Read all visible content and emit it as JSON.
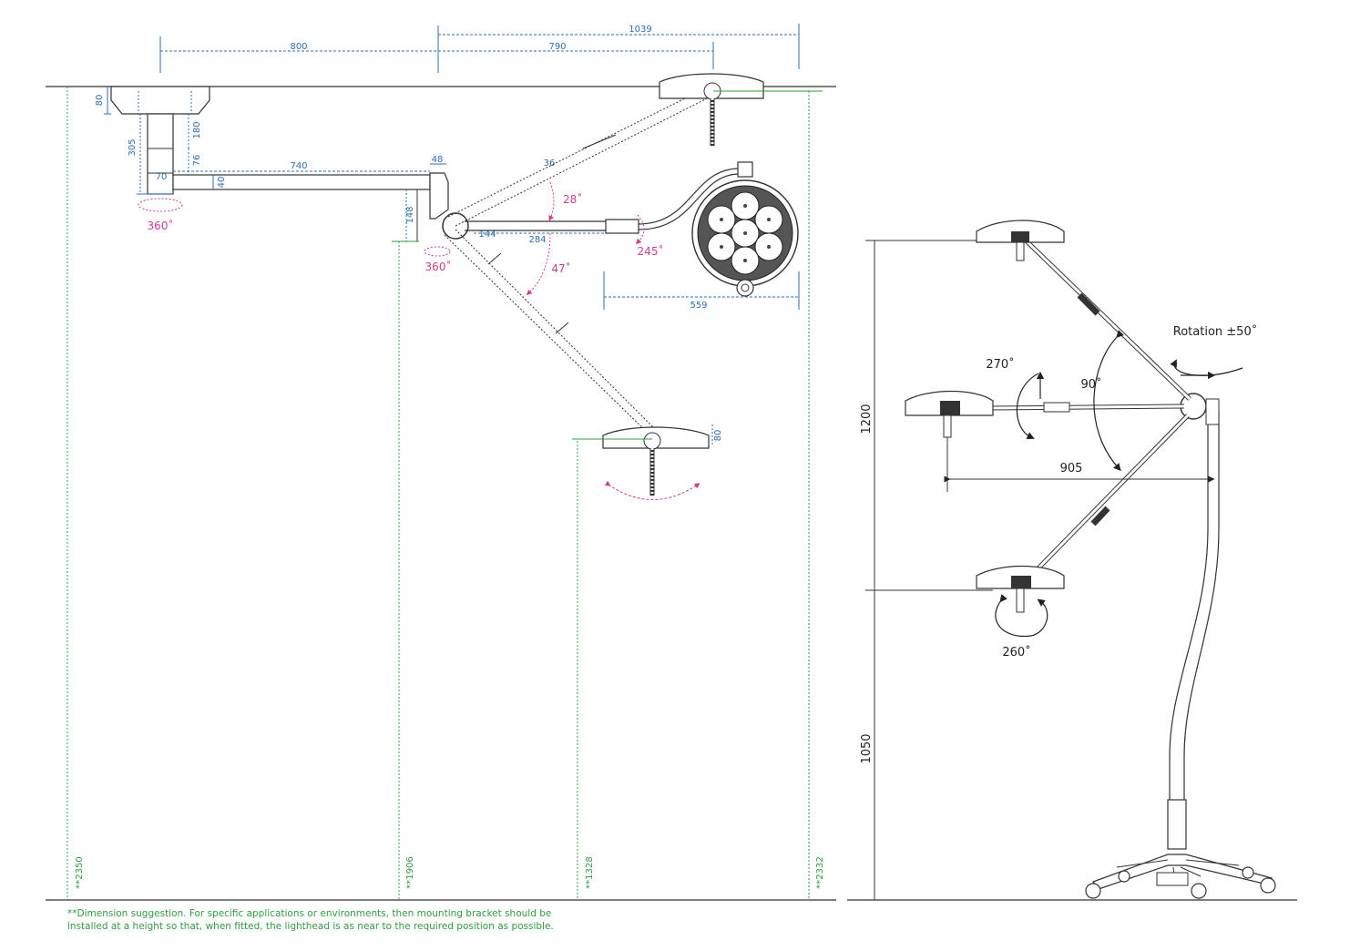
{
  "colors": {
    "dimension": "#2a6fb7",
    "angle": "#d63a8f",
    "height": "#2e9e3e",
    "line": "#333333"
  },
  "ceiling": {
    "widths": {
      "arm_reach": "800",
      "lighthead_reach": "790",
      "total_reach": "1039"
    },
    "mount": {
      "plate": "80",
      "column": "305",
      "tube": "180",
      "joint": "76",
      "arm_thickness": "40",
      "arm_offset": "70"
    },
    "arm": {
      "length": "740",
      "elbow_top": "48",
      "elbow_height": "148",
      "pivot": "144",
      "spring_arm": "284",
      "segment": "36",
      "head_diameter": "559",
      "head_thickness": "80"
    },
    "angles": {
      "mount_rotation": "360˚",
      "elbow_rotation": "360˚",
      "up": "28˚",
      "down": "47˚",
      "yoke": "245˚"
    },
    "heights": {
      "h1": "**2350",
      "h2": "**1906",
      "h3": "**1328",
      "h4": "**2332"
    }
  },
  "footnote": {
    "line1": "**Dimension suggestion. For specific applications or environments, then mounting bracket should be",
    "line2": "installed at a height so that, when fitted, the lighthead is as near to the required position as possible."
  },
  "mobile": {
    "rotation": "Rotation ±50˚",
    "angle_head": "270˚",
    "angle_arm": "90˚",
    "angle_bottom": "260˚",
    "reach": "905",
    "height_upper": "1200",
    "height_lower": "1050"
  }
}
